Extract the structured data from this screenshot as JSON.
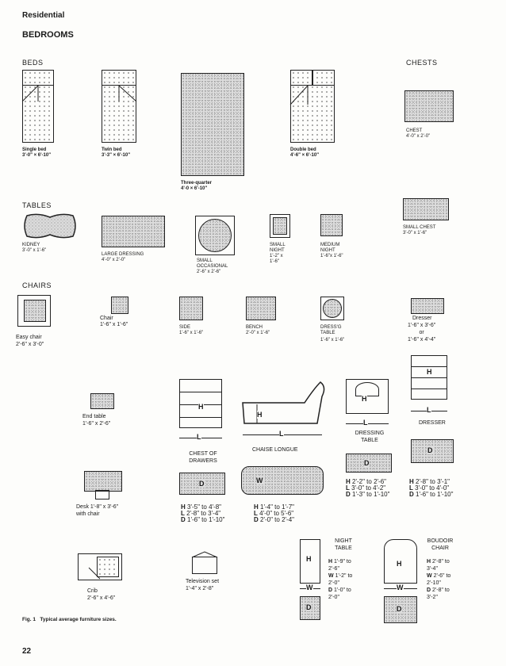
{
  "header": {
    "category": "Residential",
    "title": "BEDROOMS"
  },
  "sections": {
    "beds": "BEDS",
    "chests": "CHESTS",
    "tables": "TABLES",
    "chairs": "CHAIRS"
  },
  "beds": [
    {
      "name": "Single bed",
      "size": "3'-0\" × 6'-10\""
    },
    {
      "name": "Twin bed",
      "size": "3'-3\" × 6'-10\""
    },
    {
      "name": "Three-quarter",
      "size": "4'-0 × 6'-10\""
    },
    {
      "name": "Double bed",
      "size": "4'-6\" × 6'-10\""
    }
  ],
  "chests": [
    {
      "name": "CHEST",
      "size": "4'-0\" x 2'-0\""
    },
    {
      "name": "SMALL CHEST",
      "size": "3'-0\" x 1'-6\""
    }
  ],
  "tables": [
    {
      "name": "KIDNEY",
      "size": "3'-0\" x 1'-6\""
    },
    {
      "name": "LARGE DRESSING",
      "size": "4'-0\" x 2'-0\""
    },
    {
      "name": "SMALL\nOCCASIONAL",
      "size": "2'-6\" x 2'-6\""
    },
    {
      "name": "SMALL\nNIGHT",
      "size": "1'-2\" x\n1'-6\""
    },
    {
      "name": "MEDIUM\nNIGHT",
      "size": "1'-6\"x 1'-6\""
    }
  ],
  "chairs_row": [
    {
      "name": "Easy chair",
      "size": "2'-6\" x 3'-0\""
    },
    {
      "name": "Chair",
      "size": "1'-6\" x 1'-6\""
    },
    {
      "name": "SIDE",
      "size": "1'-6\" x 1'-6\""
    },
    {
      "name": "BENCH",
      "size": "2'-0\" x 1'-6\""
    },
    {
      "name": "DRESS'G\nTABLE",
      "size": "1'-6\" x 1'-6\""
    },
    {
      "name": "Dresser",
      "size": "1'-6\" x 3'-6\"\nor\n1'-6\" x 4'-4\""
    }
  ],
  "misc": {
    "end_table": {
      "name": "End table",
      "size": "1'-6\" x 2'-6\""
    },
    "desk": {
      "name": "Desk 1'-8\" x 3'-6\"",
      "size": "with chair"
    },
    "crib": {
      "name": "Crib",
      "size": "2'-6\" x 4'-6\""
    },
    "tv": {
      "name": "Television set",
      "size": "1'-4\" x 2'-8\""
    }
  },
  "chest_of_drawers": {
    "label": "CHEST OF\nDRAWERS",
    "H": "H",
    "L": "L",
    "D": "D",
    "dims": [
      [
        "H",
        "3'-5\" to 4'-8\""
      ],
      [
        "L",
        "2'-8\" to 3'-4\""
      ],
      [
        "D",
        "1'-6\" to 1'-10\""
      ]
    ]
  },
  "chaise": {
    "label": "CHAISE LONGUE",
    "H": "H",
    "L": "L",
    "W": "W",
    "dims": [
      [
        "H",
        "1'-4\" to 1'-7\""
      ],
      [
        "L",
        "4'-0\" to 5'-6\""
      ],
      [
        "D",
        "2'-0\" to 2'-4\""
      ]
    ]
  },
  "dressing_table": {
    "label": "DRESSING\nTABLE",
    "H": "H",
    "L": "L",
    "D": "D",
    "dims": [
      [
        "H",
        "2'-2\" to 2'-6\""
      ],
      [
        "L",
        "3'-0\" to 4'-2\""
      ],
      [
        "D",
        "1'-3\" to 1'-10\""
      ]
    ]
  },
  "dresser": {
    "label": "DRESSER",
    "H": "H",
    "L": "L",
    "D": "D",
    "dims": [
      [
        "H",
        "2'-8\" to 3'-1\""
      ],
      [
        "L",
        "3'-0\" to 4'-0\""
      ],
      [
        "D",
        "1'-6\" to 1'-10\""
      ]
    ]
  },
  "night_table": {
    "label": "NIGHT\nTABLE",
    "H": "H",
    "W": "W",
    "D": "D",
    "dims": [
      [
        "H",
        "1'-9\" to\n2'-6\""
      ],
      [
        "W",
        "1'-2\" to\n2'-0\""
      ],
      [
        "D",
        "1'-0\" to\n2'-0\""
      ]
    ]
  },
  "boudoir_chair": {
    "label": "BOUDOIR\nCHAIR",
    "H": "H",
    "W": "W",
    "D": "D",
    "dims": [
      [
        "H",
        "2'-8\" to\n3'-4\""
      ],
      [
        "W",
        "2'-6\" to\n2'-10\""
      ],
      [
        "D",
        "2'-8\" to\n3'-2\""
      ]
    ]
  },
  "caption": "Fig. 1   Typical average furniture sizes.",
  "page_number": "22"
}
